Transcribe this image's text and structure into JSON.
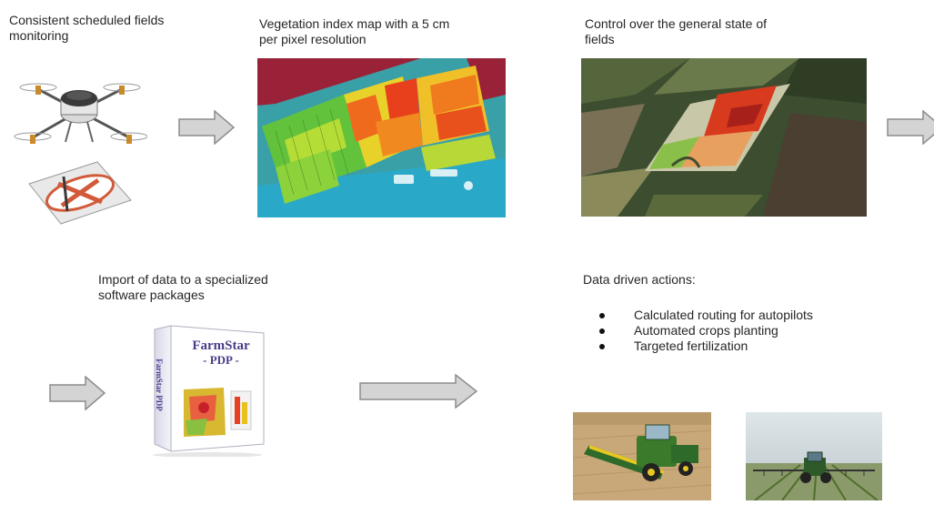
{
  "steps": {
    "monitoring": {
      "caption": "Consistent scheduled fields\nmonitoring"
    },
    "vegetation_map": {
      "caption": "Vegetation index map with a 5 cm\nper pixel resolution"
    },
    "control": {
      "caption": "Control over the general state of\nfields"
    },
    "import": {
      "caption": "Import of data to a specialized\nsoftware packages"
    },
    "actions": {
      "caption": "Data driven actions:",
      "items": [
        "Calculated routing for autopilots",
        "Automated crops planting",
        "Targeted fertilization"
      ]
    }
  },
  "software_box": {
    "title_line1": "FarmStar",
    "title_line2": "- PDP -",
    "spine": "FarmStar PDP"
  },
  "icons": {
    "drone": "quadcopter-drone-icon",
    "landing_pad": "landing-pad-icon",
    "arrow": "right-arrow-icon",
    "combine": "combine-harvester-photo",
    "tractor": "tractor-sprayer-photo"
  },
  "colors": {
    "arrow_fill": "#d4d4d4",
    "arrow_stroke": "#8c8c8c",
    "ndvi_red": "#e8401c",
    "ndvi_yellow": "#e8d22a",
    "ndvi_green": "#63c23c",
    "field_dark": "#2e3a24"
  }
}
